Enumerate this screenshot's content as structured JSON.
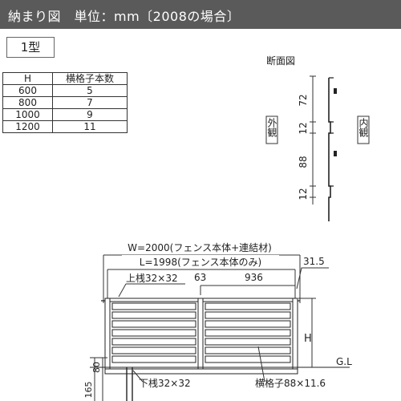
{
  "header": {
    "title": "納まり図　単位：mm〔2008の場合〕",
    "background": "#5a5a5a"
  },
  "type_label": "1型",
  "slat_table": {
    "headers": [
      "H",
      "横格子本数"
    ],
    "rows": [
      [
        "600",
        "5"
      ],
      [
        "800",
        "7"
      ],
      [
        "1000",
        "9"
      ],
      [
        "1200",
        "11"
      ]
    ]
  },
  "section": {
    "title": "断面図",
    "outside": "外観",
    "inside": "内観",
    "dims": [
      "72",
      "12",
      "88",
      "12"
    ]
  },
  "elevation": {
    "width_total": "W=2000(フェンス本体+連結材)",
    "length_body": "L=1998(フェンス本体のみ)",
    "end_gap": "31.5",
    "top_rail": "上桟32×32",
    "dim_63": "63",
    "dim_936": "936",
    "height": "H",
    "ground": "G.L",
    "bottom_rail": "下桟32×32",
    "slat": "横格子88×11.6",
    "dim_165": "165",
    "dim_80": "80"
  }
}
